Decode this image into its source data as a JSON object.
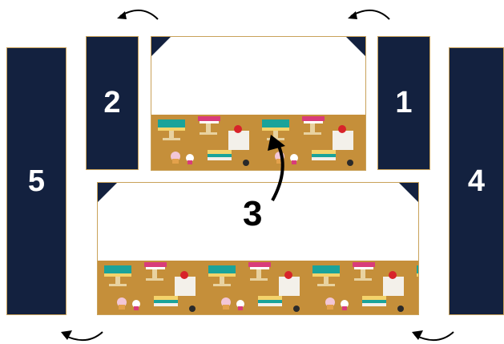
{
  "colors": {
    "navy": "#13213f",
    "gold_fabric": "#c58f3a",
    "white": "#ffffff",
    "arrow": "#000000"
  },
  "strips": [
    {
      "id": "strip-5",
      "label": "5"
    },
    {
      "id": "strip-2",
      "label": "2"
    },
    {
      "id": "strip-1",
      "label": "1"
    },
    {
      "id": "strip-4",
      "label": "4"
    }
  ],
  "step_label": "3"
}
